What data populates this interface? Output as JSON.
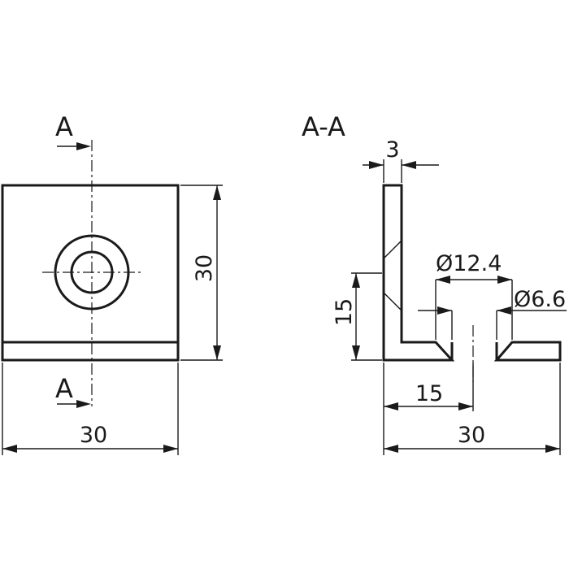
{
  "front_view": {
    "section_mark_top": "A",
    "section_mark_bottom": "A",
    "dim_width": "30",
    "dim_height": "30"
  },
  "section_view": {
    "title": "A-A",
    "dim_thickness": "3",
    "dim_counterbore": "Ø12.4",
    "dim_hole": "Ø6.6",
    "dim_vertical_15": "15",
    "dim_horizontal_15": "15",
    "dim_width": "30"
  }
}
